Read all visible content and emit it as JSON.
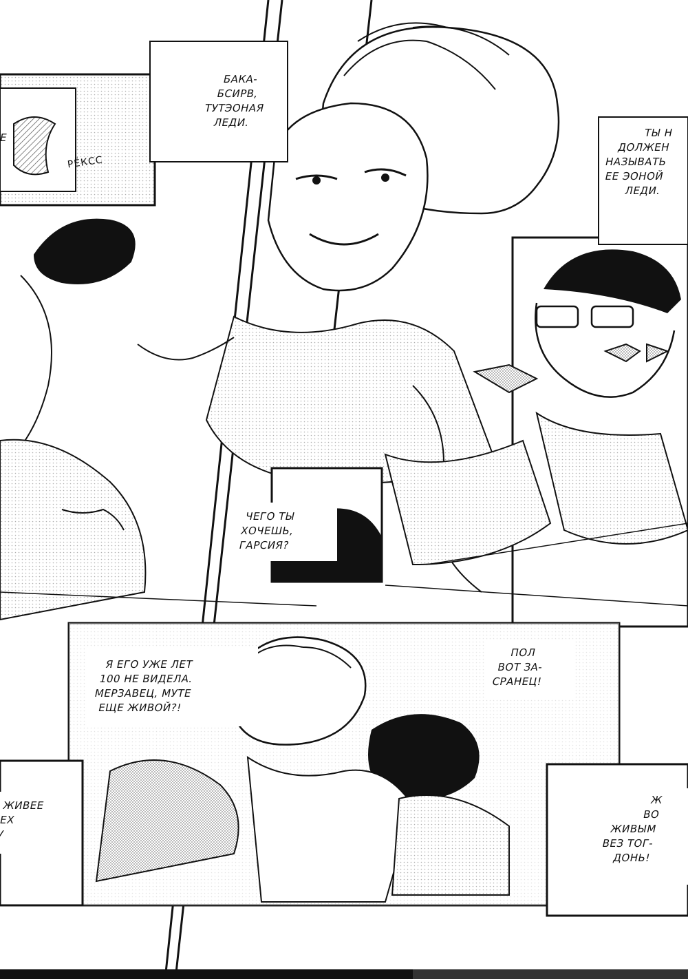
{
  "balloons": {
    "b1": {
      "text": "БАКА-\nБСИРВ,\nТУТЭОНАЯ\nЛЕДИ."
    },
    "b2": {
      "text": "ТЫ Н\nДОЛЖЕН\nНАЗЫВАТЬ\nЕЕ ЭОНОЙ\nЛЕДИ."
    },
    "b3": {
      "text": "ЧЕГО ТЫ\nХОЧЕШЬ,\nГАРСИЯ?"
    },
    "b4": {
      "text": "Я ЕГО УЖЕ ЛЕТ\n100 НЕ ВИДЕЛА.\nМЕРЗАВЕЦ, МУТЕ\nЕЩЕ ЖИВОЙ?!"
    },
    "b5": {
      "text": "ПОЛ\nВОТ ЗА-\nСРАНЕЦ!"
    },
    "b6": {
      "text": "ЖИВЕЕ\nЕХ\nУ"
    },
    "b7": {
      "text": "Ж\nВО\nЖИВЫМ\nВЕЗ ТОГ-\nДОНЬ!"
    },
    "b8": {
      "text": "Е"
    }
  },
  "sfx": {
    "s1": "РЁКСС"
  },
  "colors": {
    "ink": "#111111",
    "paper": "#ffffff",
    "screentone": "#9a9a9a"
  }
}
